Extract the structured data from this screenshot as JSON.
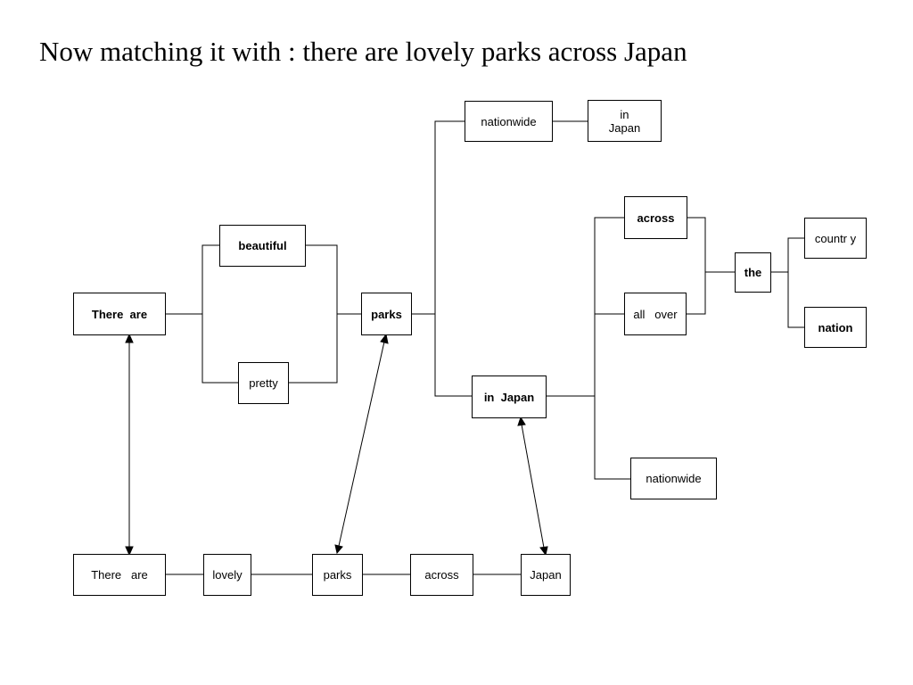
{
  "title": "Now matching it with : there are lovely parks across Japan",
  "nodes": {
    "there_are": "There  are",
    "beautiful": "beautiful",
    "pretty": "pretty",
    "parks": "parks",
    "nationwide_top": "nationwide",
    "in_japan_top": "in\nJapan",
    "in_japan": "in  Japan",
    "across": "across",
    "all_over": "all   over",
    "the": "the",
    "country": "countr y",
    "nation": "nation",
    "nationwide_bottom": "nationwide"
  },
  "sentence": {
    "there_are": "There   are",
    "lovely": "lovely",
    "parks": "parks",
    "across": "across",
    "japan": "Japan"
  }
}
